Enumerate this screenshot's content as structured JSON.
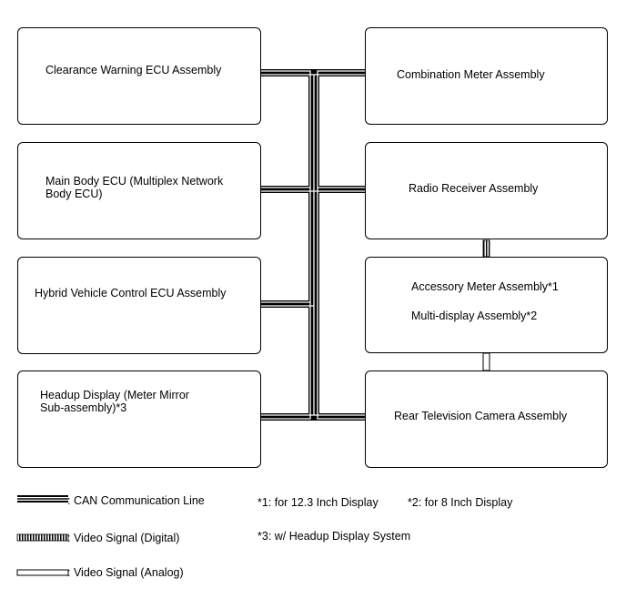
{
  "boxes": {
    "clearance_warning": "Clearance Warning ECU Assembly",
    "main_body_line1": "Main Body ECU (Multiplex Network",
    "main_body_line2": "Body ECU)",
    "hybrid_vehicle": "Hybrid Vehicle Control ECU Assembly",
    "headup_line1": "Headup Display (Meter Mirror",
    "headup_line2": "Sub-assembly)*3",
    "combination_meter": "Combination Meter Assembly",
    "radio_receiver": "Radio Receiver Assembly",
    "accessory_meter": "Accessory Meter Assembly*1",
    "multi_display": "Multi-display Assembly*2",
    "rear_camera": "Rear Television Camera Assembly"
  },
  "legend": {
    "can_line": ": CAN Communication Line",
    "video_digital": ": Video Signal (Digital)",
    "video_analog": ": Video Signal (Analog)"
  },
  "notes": {
    "note1": "*1: for 12.3 Inch Display",
    "note2": "*2: for 8 Inch Display",
    "note3": "*3: w/ Headup Display System"
  }
}
